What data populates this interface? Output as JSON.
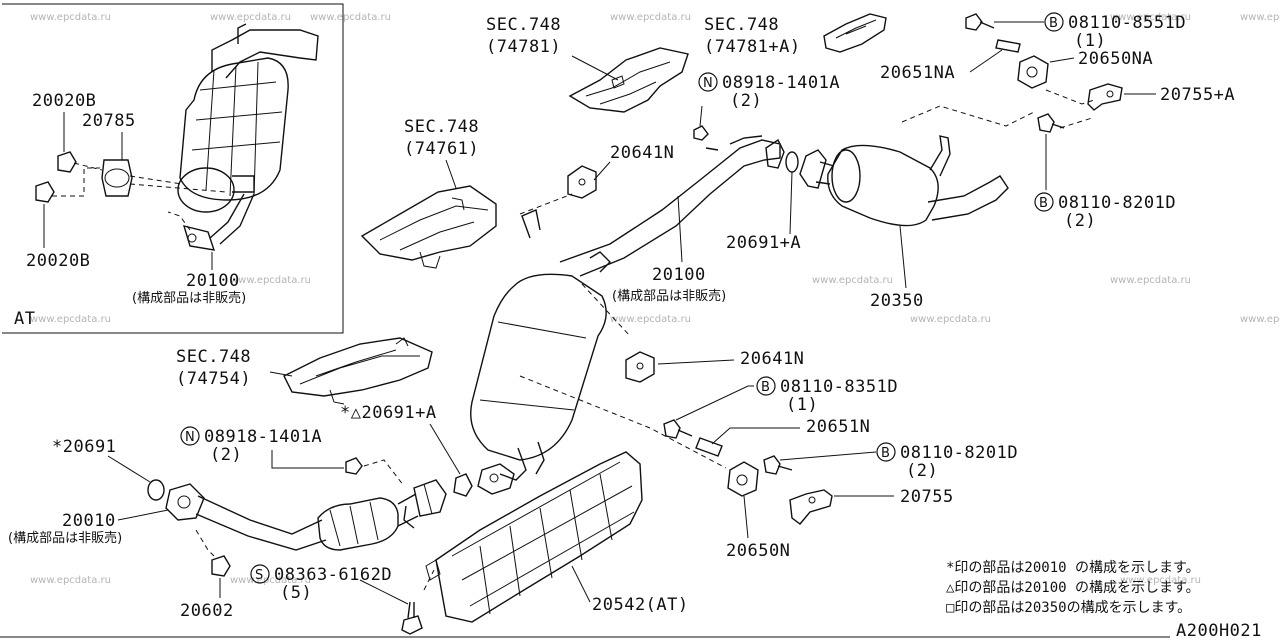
{
  "diagram_code": "A200H021",
  "inset_label": "AT",
  "watermark_text": "www.epcdata.ru",
  "labels": {
    "sec_748_a": "SEC.748",
    "sec_74781": "(74781)",
    "sec_748_b": "SEC.748",
    "sec_74781a": "(74781+A)",
    "sec_748_c": "SEC.748",
    "sec_74761": "(74761)",
    "sec_748_d": "SEC.748",
    "sec_74754": "(74754)",
    "p_08110_8551d": "08110-8551D",
    "p_08110_8551d_qty": "(1)",
    "p_20650na": "20650NA",
    "p_20651na": "20651NA",
    "p_20755a": "20755+A",
    "p_08918_1401a_top": "08918-1401A",
    "p_08918_1401a_top_qty": "(2)",
    "p_08110_8201d_top": "08110-8201D",
    "p_08110_8201d_top_qty": "(2)",
    "p_20020b_top": "20020B",
    "p_20785": "20785",
    "p_20020b_bot": "20020B",
    "p_20100_inset": "20100",
    "p_20100_inset_note": "(構成部品は非販売)",
    "p_20641n_top": "20641N",
    "p_20691a_top": "20691+A",
    "p_20100_main": "20100",
    "p_20100_main_note": "(構成部品は非販売)",
    "p_20350": "20350",
    "p_20641n_mid": "20641N",
    "p_08110_8351d": "08110-8351D",
    "p_08110_8351d_qty": "(1)",
    "p_20691a_mid": "*△20691+A",
    "p_20651n": "20651N",
    "p_08110_8201d_bot": "08110-8201D",
    "p_08110_8201d_bot_qty": "(2)",
    "p_20755": "20755",
    "p_20650n": "20650N",
    "p_20691": "*20691",
    "p_08918_1401a_bot": "08918-1401A",
    "p_08918_1401a_bot_qty": "(2)",
    "p_20010": "20010",
    "p_20010_note": "(構成部品は非販売)",
    "p_08363_6162d": "08363-6162D",
    "p_08363_6162d_qty": "(5)",
    "p_20602": "20602",
    "p_20542": "20542(AT)",
    "sym_b": "B",
    "sym_n": "N",
    "sym_s": "S"
  },
  "notes": [
    "*印の部品は20010 の構成を示します。",
    "△印の部品は20100 の構成を示します。",
    "□印の部品は20350の構成を示します。"
  ]
}
